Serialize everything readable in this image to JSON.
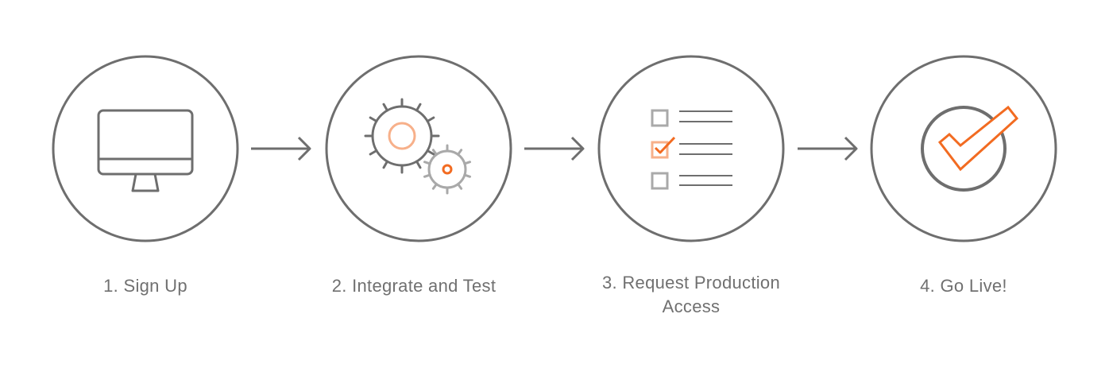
{
  "steps": [
    {
      "label": "1. Sign Up",
      "icon": "monitor-icon"
    },
    {
      "label": "2. Integrate and Test",
      "icon": "gears-icon"
    },
    {
      "label": "3. Request Production Access",
      "icon": "checklist-icon"
    },
    {
      "label": "4. Go Live!",
      "icon": "checkmark-icon"
    }
  ],
  "colors": {
    "stroke_gray": "#6e6e6e",
    "light_gray": "#a9a9a9",
    "accent_orange": "#f26b21",
    "light_orange": "#f7b08a",
    "label_gray": "#707070"
  }
}
